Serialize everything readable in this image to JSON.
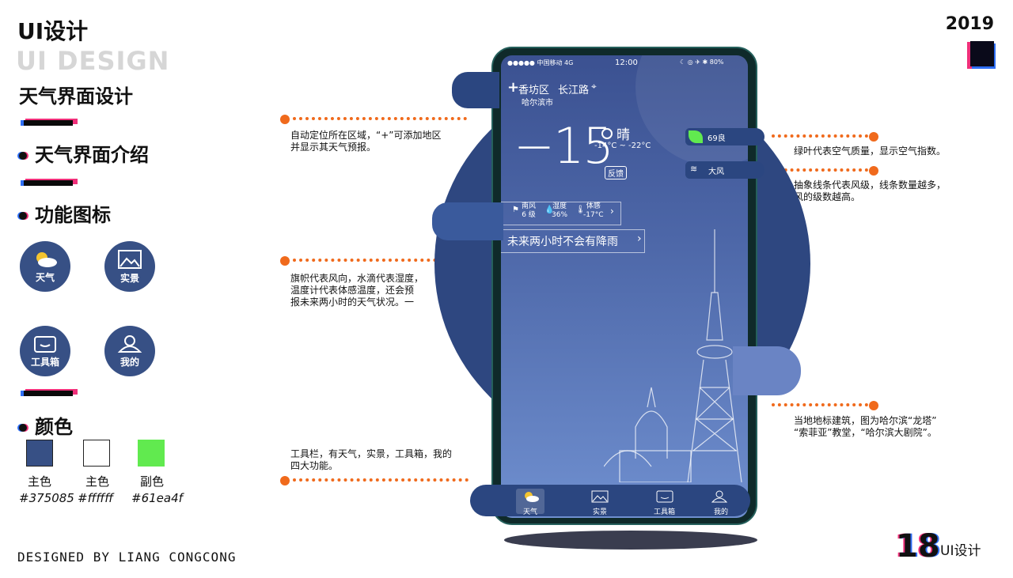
{
  "header": {
    "title_cn": "UI设计",
    "title_en": "UI DESIGN",
    "subtitle": "天气界面设计",
    "year": "2019"
  },
  "sections": {
    "intro": "天气界面介绍",
    "icons": "功能图标",
    "colors": "颜色"
  },
  "function_icons": [
    {
      "label": "天气",
      "icon": "weather-icon"
    },
    {
      "label": "实景",
      "icon": "scene-icon"
    },
    {
      "label": "工具箱",
      "icon": "toolbox-icon"
    },
    {
      "label": "我的",
      "icon": "profile-icon"
    }
  ],
  "palette": [
    {
      "label": "主色",
      "hex": "#375085",
      "color": "#375085"
    },
    {
      "label": "主色",
      "hex": "#ffffff",
      "color": "#ffffff"
    },
    {
      "label": "副色",
      "hex": "#61ea4f",
      "color": "#61ea4f"
    }
  ],
  "annotations": {
    "location": "自动定位所在区域，“+”可添加地区\n并显示其天气预报。",
    "air": "绿叶代表空气质量，显示空气指数。",
    "wind": "抽象线条代表风级，线条数量越多，\n风的级数越高。",
    "details": "旗帜代表风向，水滴代表湿度，\n温度计代表体感温度，还会预\n报未来两小时的天气状况。一",
    "landmark": "当地地标建筑，图为哈尔滨“龙塔”\n“索菲亚”教堂，“哈尔滨大剧院”。",
    "toolbar": "工具栏，有天气，实景，工具箱，我的\n四大功能。"
  },
  "phone": {
    "status_left": "●●●●● 中国移动 4G",
    "status_time": "12:00",
    "status_right": "☾ ◎ ✈ ✱ 80%",
    "location_district": "香坊区",
    "location_road": "长江路",
    "location_city": "哈尔滨市",
    "temperature": "−15",
    "condition": "晴",
    "range": "-14°C ~ -22°C",
    "feedback": "反馈",
    "aqi": "69良",
    "wind_level": "大风",
    "wind_dir_label": "南风",
    "wind_dir_value": "6 级",
    "humidity_label": "湿度",
    "humidity_value": "36%",
    "feels_label": "体感",
    "feels_value": "-17°C",
    "forecast": "未来两小时不会有降雨",
    "tabs": [
      "天气",
      "实景",
      "工具箱",
      "我的"
    ]
  },
  "footer": {
    "designed_by": "DESIGNED BY LIANG CONGCONG",
    "page_number": "18",
    "page_label": "UI设计"
  },
  "colors": {
    "primary": "#375085",
    "accent_orange": "#f06a1c",
    "accent_pink": "#f0307a",
    "accent_blue": "#2e6ef5"
  }
}
